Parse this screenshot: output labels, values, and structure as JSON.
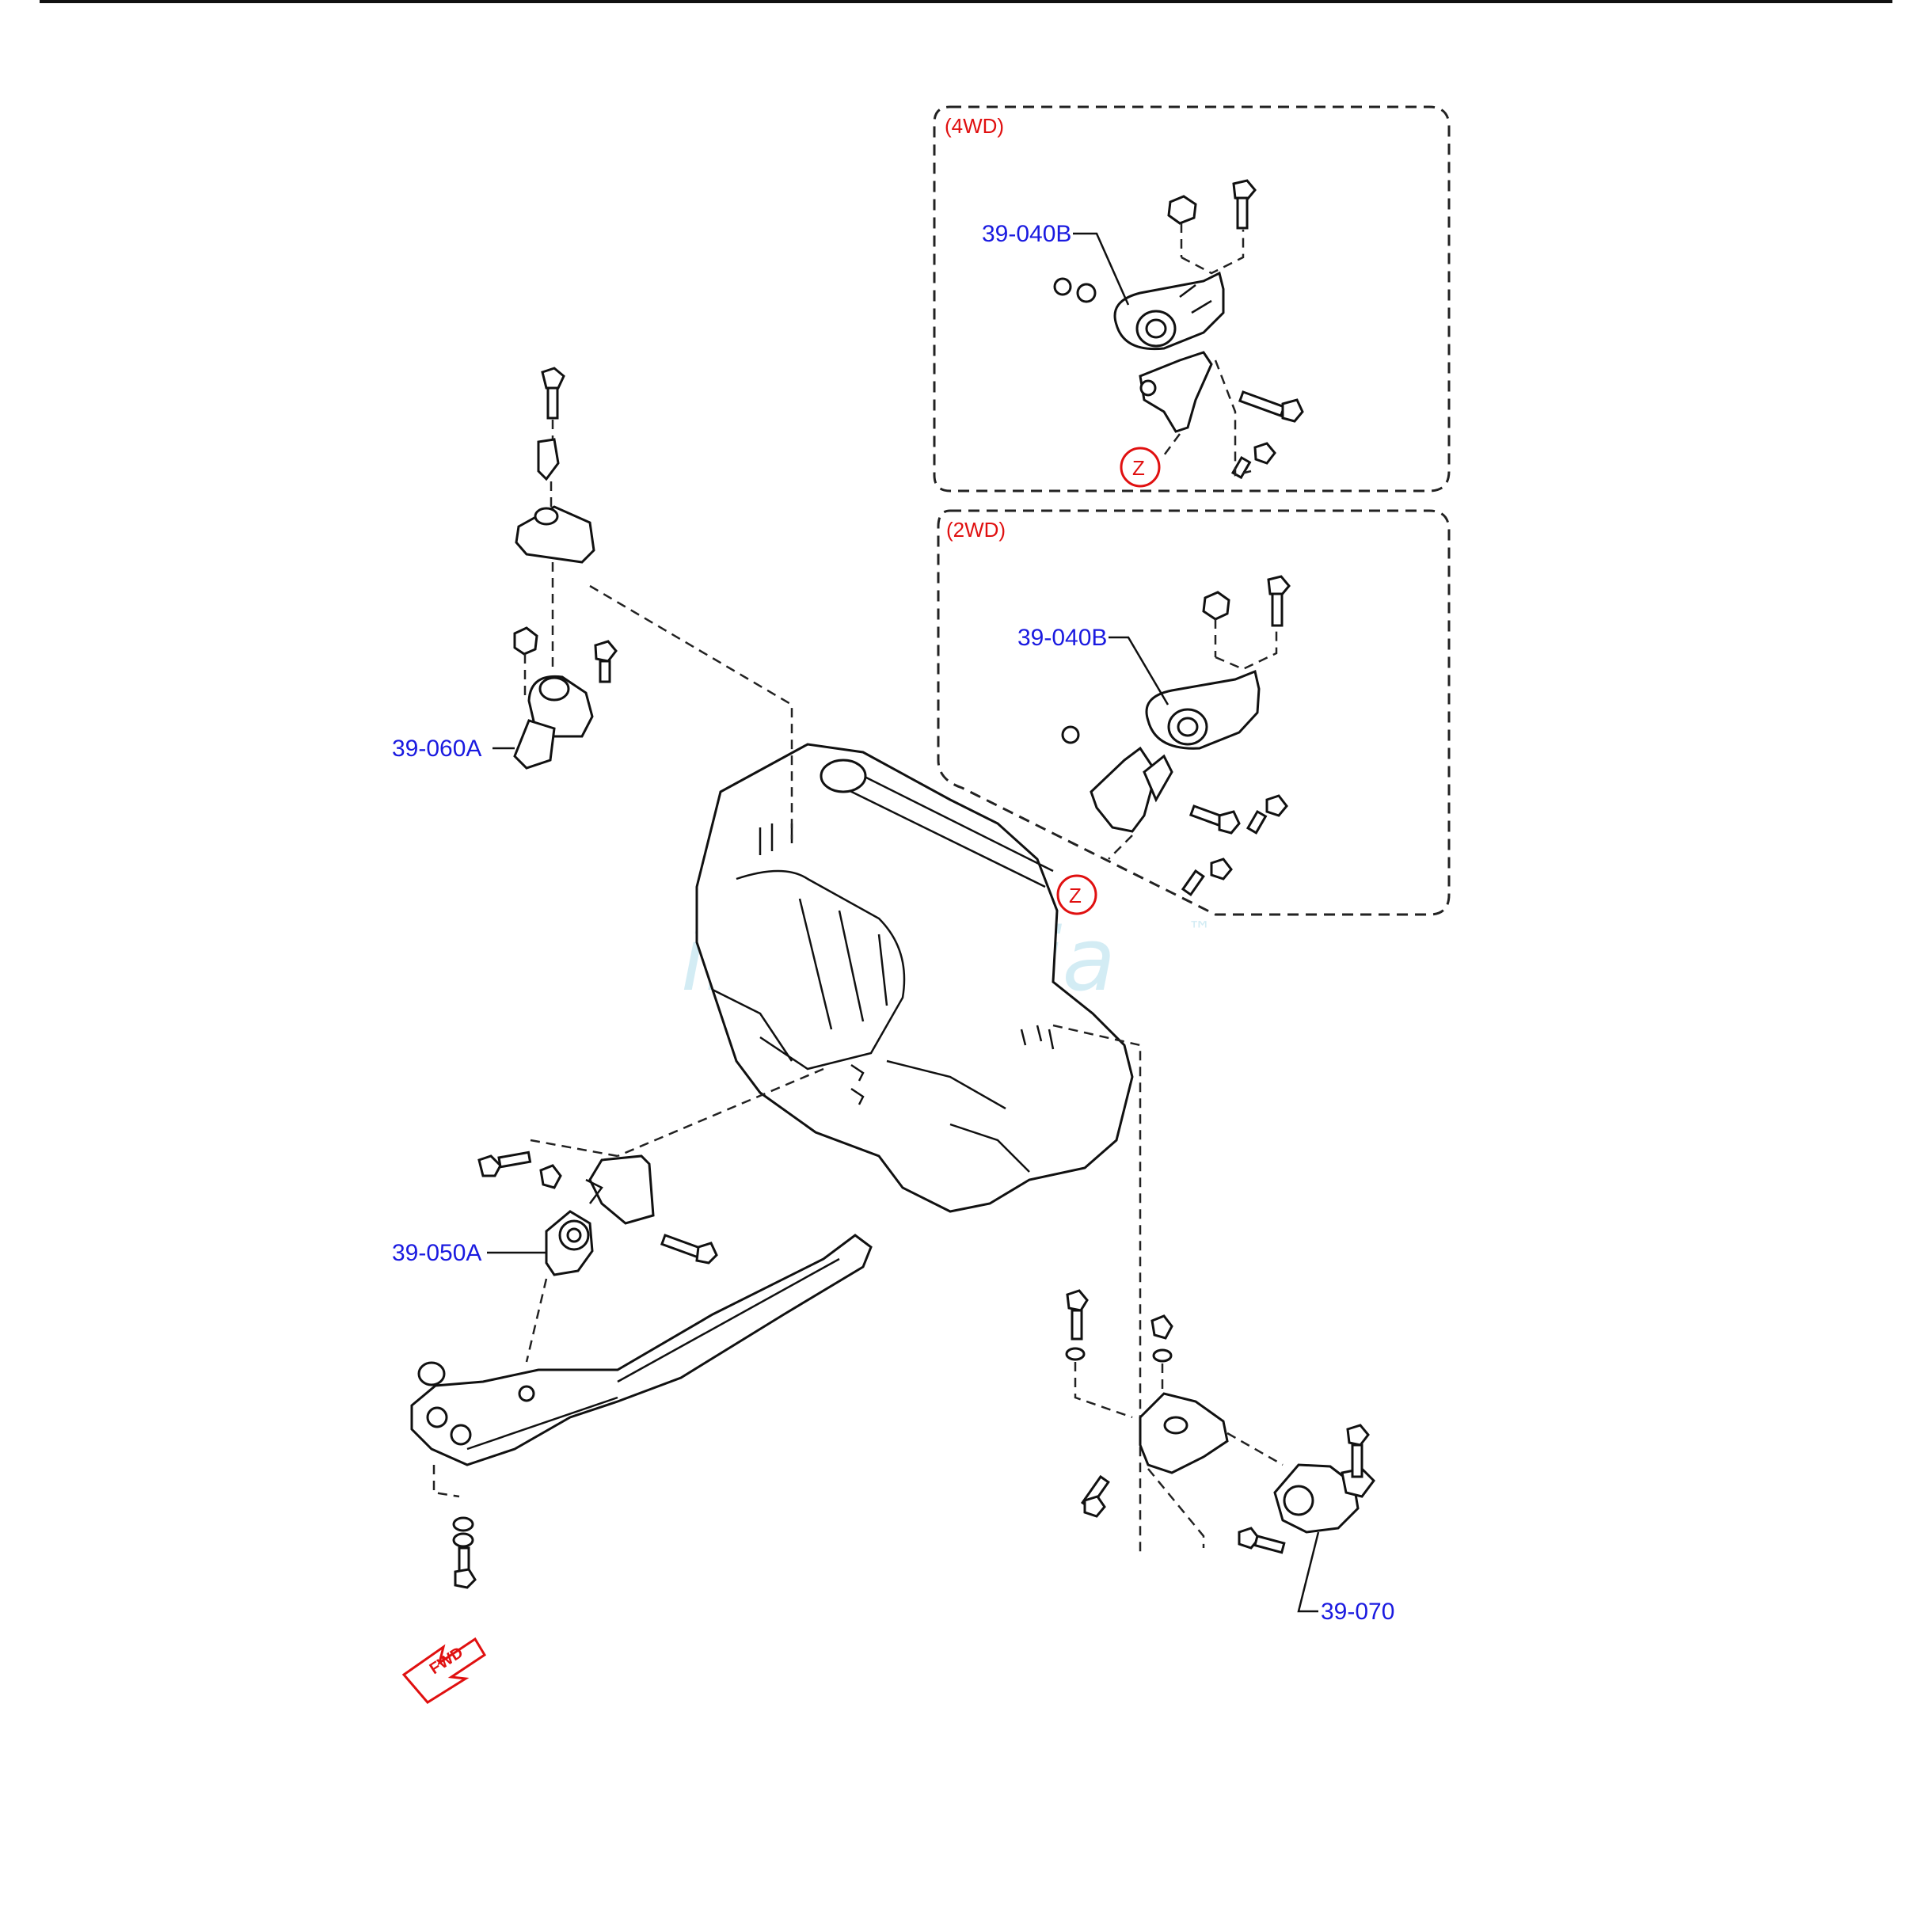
{
  "diagram": {
    "variant_4wd": "(4WD)",
    "variant_2wd": "(2WD)",
    "labels": {
      "mount_4wd": "39-040B",
      "mount_2wd": "39-040B",
      "mount_left": "39-060A",
      "mount_trans": "39-050A",
      "mount_right": "39-070"
    },
    "ref_z": "Z",
    "fwd": "FWD",
    "watermark": "infomedia",
    "watermark_tm": "™",
    "colors": {
      "label": "#1a1ae0",
      "variant": "#e01010",
      "line": "#111111"
    }
  }
}
